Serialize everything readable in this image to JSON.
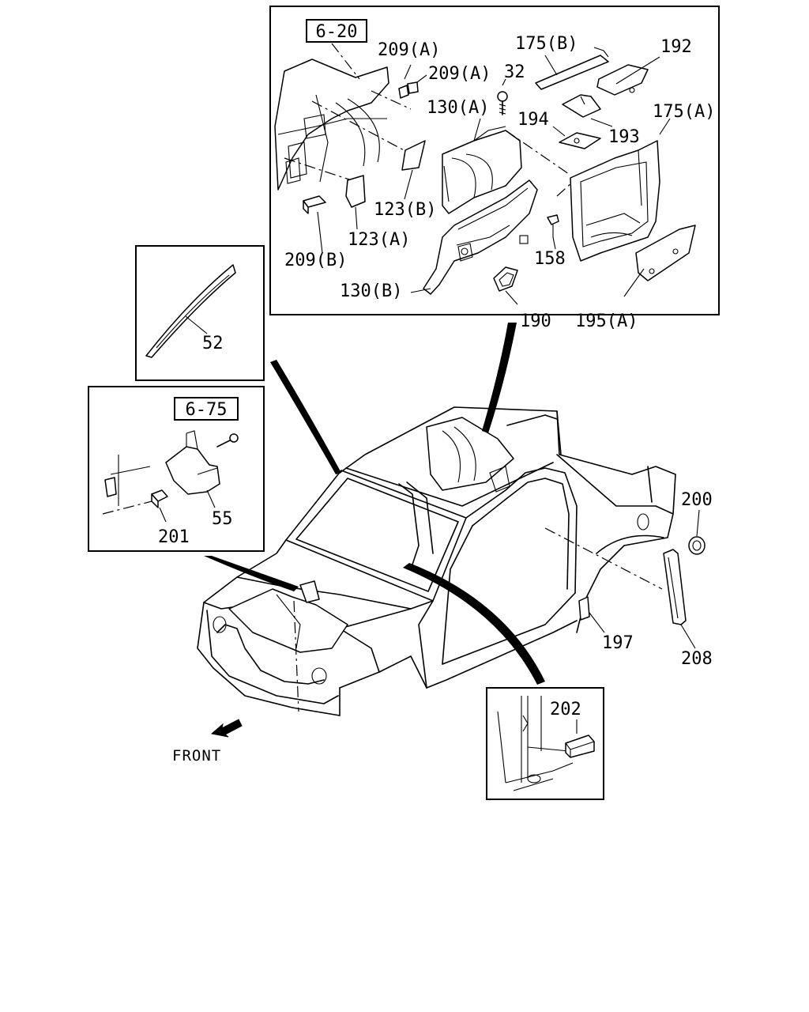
{
  "diagram": {
    "references": [
      "6-20",
      "6-75"
    ],
    "front_label": "FRONT",
    "parts": {
      "p209a_1": "209(A)",
      "p209a_2": "209(A)",
      "p32": "32",
      "p175b": "175(B)",
      "p192": "192",
      "p130a": "130(A)",
      "p194": "194",
      "p175a": "175(A)",
      "p193": "193",
      "p123b": "123(B)",
      "p123a": "123(A)",
      "p209b": "209(B)",
      "p158": "158",
      "p130b": "130(B)",
      "p190": "190",
      "p195a": "195(A)",
      "p52": "52",
      "p55": "55",
      "p201": "201",
      "p200": "200",
      "p197": "197",
      "p208": "208",
      "p202": "202"
    }
  }
}
